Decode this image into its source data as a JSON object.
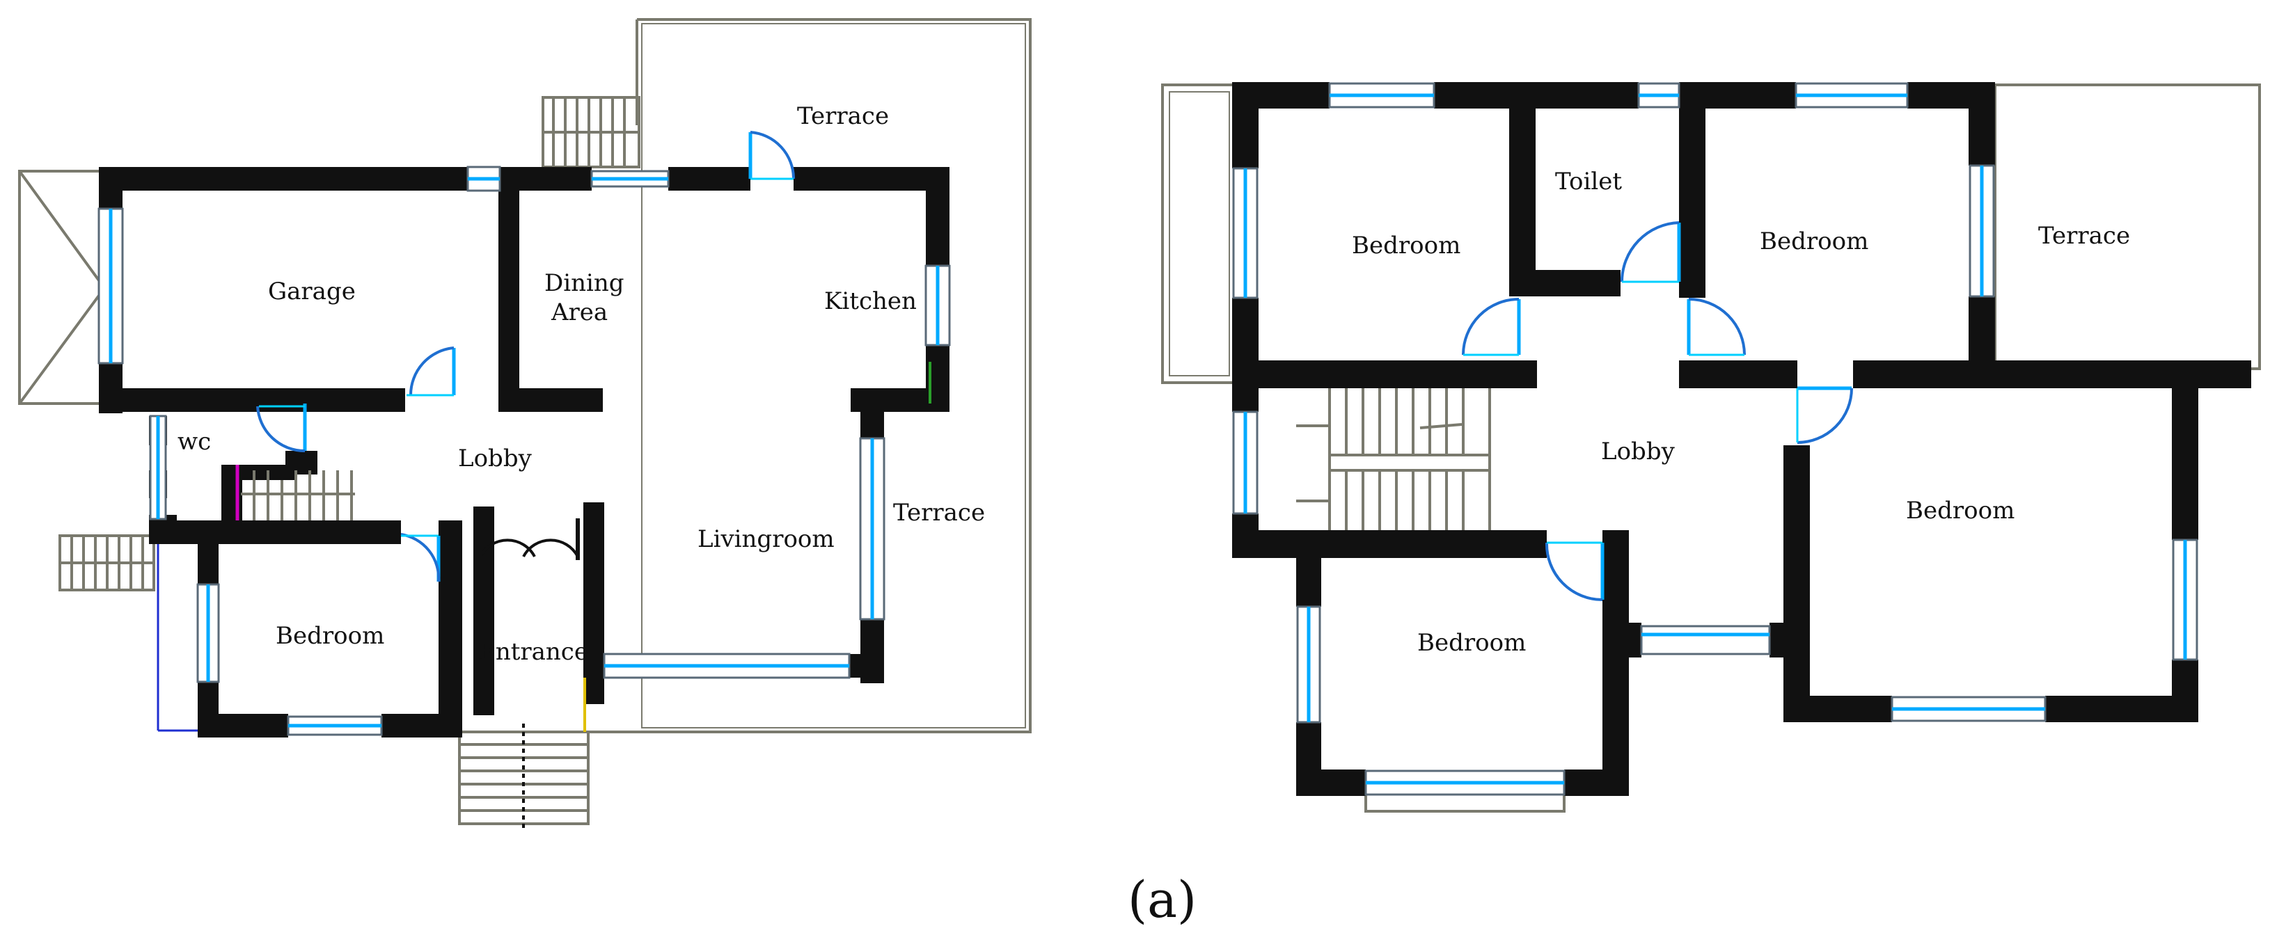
{
  "figure": {
    "caption": "(a)",
    "ground_floor": {
      "labels": {
        "garage": "Garage",
        "dining_line1": "Dining",
        "dining_line2": "Area",
        "kitchen": "Kitchen",
        "terrace_top": "Terrace",
        "terrace_right": "Terrace",
        "wc": "wc",
        "lobby": "Lobby",
        "livingroom": "Livingroom",
        "bedroom": "Bedroom",
        "entrance": "Entrance"
      }
    },
    "first_floor": {
      "labels": {
        "bedroom_top_left": "Bedroom",
        "toilet": "Toilet",
        "bedroom_top_middle": "Bedroom",
        "terrace": "Terrace",
        "lobby": "Lobby",
        "bedroom_right": "Bedroom",
        "bedroom_bottom": "Bedroom"
      }
    }
  },
  "colors": {
    "wall": "#111111",
    "glazing": "#00aaff",
    "door_swing": "#1f6fd1",
    "outline": "#7a7a6e"
  }
}
